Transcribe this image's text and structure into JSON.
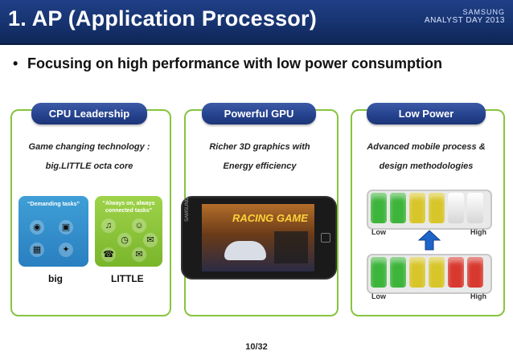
{
  "header": {
    "title": "1. AP (Application Processor)",
    "logo_line1": "SAMSUNG",
    "logo_line2": "ANALYST DAY 2013"
  },
  "bullet": "Focusing on high performance with low power consumption",
  "panels": [
    {
      "tab": "CPU Leadership",
      "desc_line1": "Game changing technology :",
      "desc_line2": "big.LITTLE  octa core",
      "big_box_caption": "“Demanding tasks”",
      "little_box_caption": "“Always on, always connected tasks”",
      "big_label": "big",
      "little_label": "LITTLE",
      "big_icons": [
        "camera-icon",
        "film-icon",
        "grid-icon",
        "gamepad-icon"
      ],
      "little_icons": [
        "music-icon",
        "contact-icon",
        "alarm-icon",
        "sms-icon",
        "phone-icon",
        "mail-icon"
      ]
    },
    {
      "tab": "Powerful GPU",
      "desc_line1": "Richer 3D graphics with",
      "desc_line2": "Energy efficiency",
      "phone_brand": "SAMSUNG",
      "screen_text": "RACING GAME"
    },
    {
      "tab": "Low Power",
      "desc_line1": "Advanced mobile process &",
      "desc_line2": "design methodologies",
      "battery_top": {
        "segments": [
          "green",
          "green",
          "yellow",
          "yellow",
          "empty",
          "empty"
        ],
        "low": "Low",
        "high": "High"
      },
      "battery_bottom": {
        "segments": [
          "green",
          "green",
          "yellow",
          "yellow",
          "red",
          "red"
        ],
        "low": "Low",
        "high": "High"
      },
      "arrow": "up-arrow-icon"
    }
  ],
  "colors": {
    "header": "#1f3f86",
    "tab": "#24418d",
    "panel_border": "#87c440",
    "green": "#3db43a",
    "yellow": "#d8c52a",
    "red": "#d8392f",
    "arrow": "#1e64c8"
  },
  "page_number": "10/32"
}
